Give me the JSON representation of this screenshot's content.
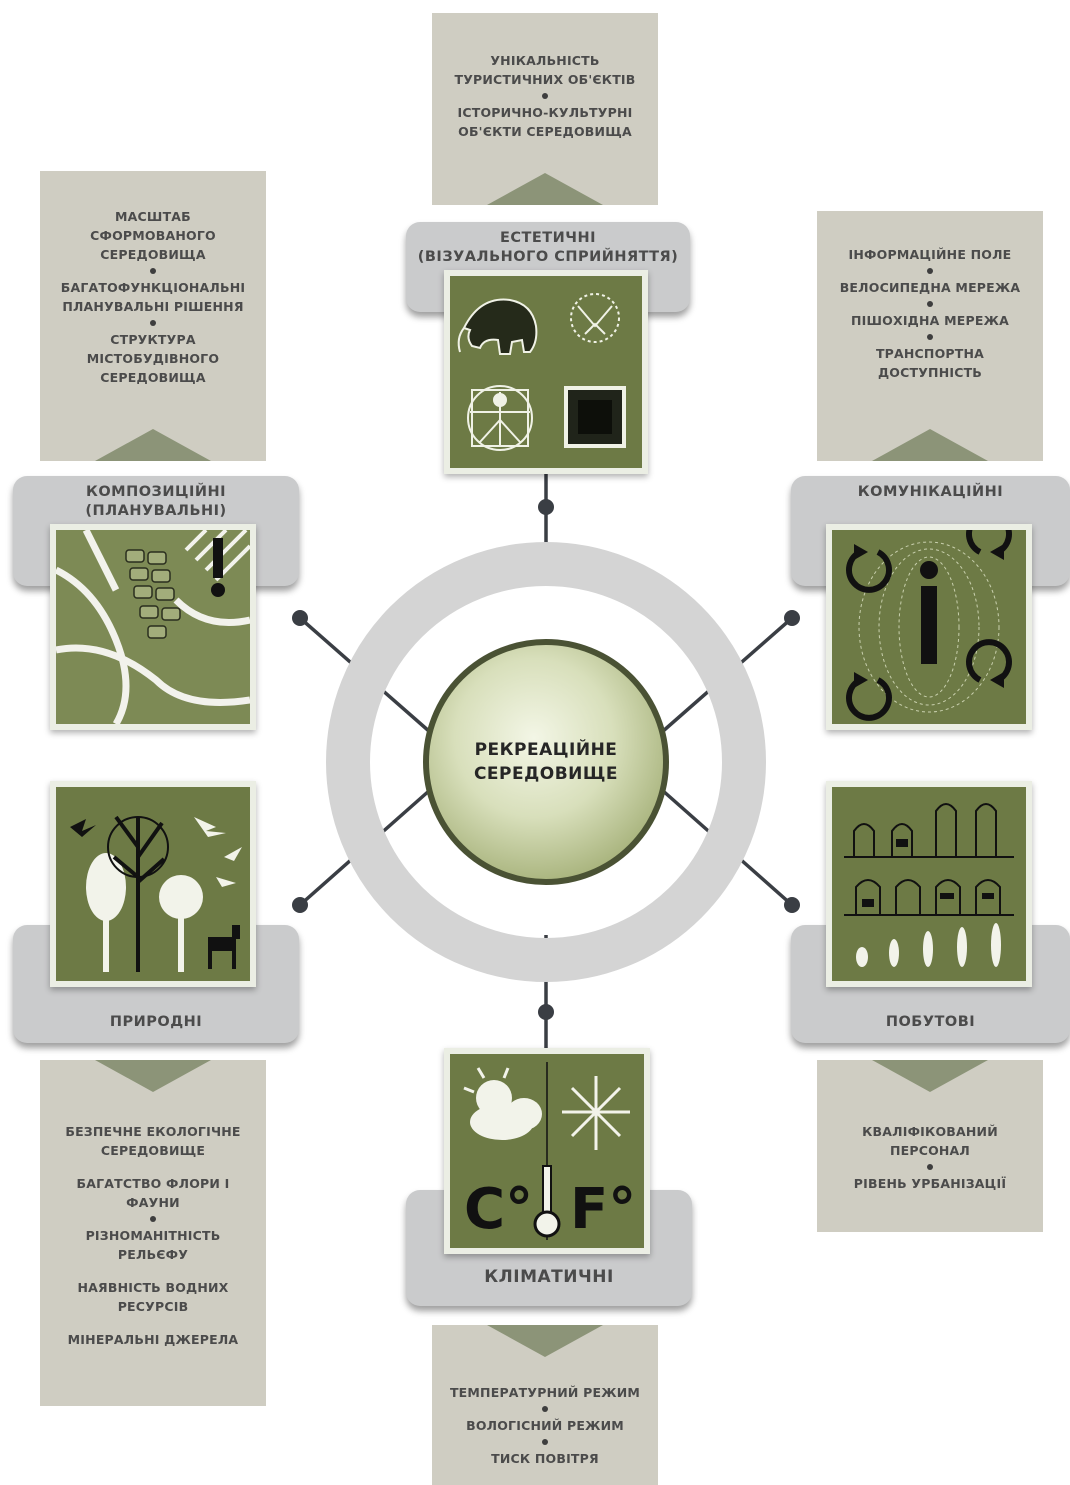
{
  "center": {
    "title": "РЕКРЕАЦІЙНЕ\nСЕРЕДОВИЩЕ"
  },
  "categories": {
    "aesthetic": {
      "label": "ЕСТЕТИЧНІ\n(ВІЗУАЛЬНОГО СПРИЙНЯТТЯ)",
      "icon": "art-symbols-icon",
      "items": [
        "УНІКАЛЬНІСТЬ\nТУРИСТИЧНИХ ОБ'ЄКТІВ",
        "ІСТОРИЧНО-КУЛЬТУРНІ\nОБ'ЄКТИ СЕРЕДОВИЩА"
      ]
    },
    "compositional": {
      "label": "КОМПОЗИЦІЙНІ\n(ПЛАНУВАЛЬНІ)",
      "icon": "city-plan-icon",
      "items": [
        "МАСШТАБ\nСФОРМОВАНОГО\nСЕРЕДОВИЩА",
        "БАГАТОФУНКЦІОНАЛЬНІ\nПЛАНУВАЛЬНІ РІШЕННЯ",
        "СТРУКТУРА\nМІСТОБУДІВНОГО\nСЕРЕДОВИЩА"
      ]
    },
    "communication": {
      "label": "КОМУНІКАЦІЙНІ",
      "icon": "info-circulation-icon",
      "items": [
        "ІНФОРМАЦІЙНЕ ПОЛЕ",
        "ВЕЛОСИПЕДНА МЕРЕЖА",
        "ПІШОХІДНА МЕРЕЖА",
        "ТРАНСПОРТНА\nДОСТУПНІСТЬ"
      ]
    },
    "natural": {
      "label": "ПРИРОДНІ",
      "icon": "nature-trees-animals-icon",
      "items": [
        "БЕЗПЕЧНЕ ЕКОЛОГІЧНЕ\nСЕРЕДОВИЩЕ",
        "БАГАТСТВО ФЛОРИ І\nФАУНИ",
        "РІЗНОМАНІТНІСТЬ\nРЕЛЬЄФУ",
        "НАЯВНІСТЬ ВОДНИХ\nРЕСУРСІВ",
        "МІНЕРАЛЬНІ ДЖЕРЕЛА"
      ]
    },
    "household": {
      "label": "ПОБУТОВІ",
      "icon": "buildings-evolution-icon",
      "items": [
        "КВАЛІФІКОВАНИЙ\nПЕРСОНАЛ",
        "РІВЕНЬ УРБАНІЗАЦІЇ"
      ]
    },
    "climatic": {
      "label": "КЛІМАТИЧНІ",
      "icon": "weather-thermometer-icon",
      "items": [
        "ТЕМПЕРАТУРНИЙ РЕЖИМ",
        "ВОЛОГІСНИЙ РЕЖИМ",
        "ТИСК ПОВІТРЯ"
      ],
      "units": {
        "celsius": "C°",
        "fahrenheit": "F°"
      }
    }
  },
  "colors": {
    "olive": "#6d7a45",
    "infoBox": "#cfcdc2",
    "triangle": "#8c9478",
    "line": "#3a3e44",
    "ring": "#d4d4d4"
  }
}
